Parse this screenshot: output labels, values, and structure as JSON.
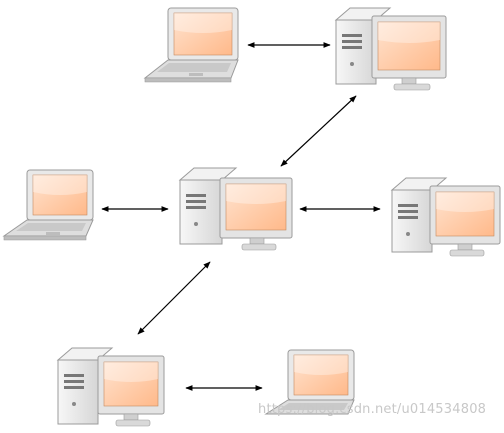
{
  "diagram": {
    "nodes": [
      {
        "id": "laptop-top",
        "kind": "laptop"
      },
      {
        "id": "desktop-top-right",
        "kind": "desktop"
      },
      {
        "id": "laptop-left",
        "kind": "laptop"
      },
      {
        "id": "desktop-center",
        "kind": "desktop"
      },
      {
        "id": "desktop-right",
        "kind": "desktop"
      },
      {
        "id": "desktop-bottom-left",
        "kind": "desktop"
      },
      {
        "id": "laptop-bottom-right",
        "kind": "laptop"
      }
    ],
    "links": [
      {
        "from": "laptop-top",
        "to": "desktop-top-right",
        "direction": "both"
      },
      {
        "from": "desktop-top-right",
        "to": "desktop-center",
        "direction": "both"
      },
      {
        "from": "laptop-left",
        "to": "desktop-center",
        "direction": "both"
      },
      {
        "from": "desktop-center",
        "to": "desktop-right",
        "direction": "both"
      },
      {
        "from": "desktop-center",
        "to": "desktop-bottom-left",
        "direction": "both"
      },
      {
        "from": "desktop-bottom-left",
        "to": "laptop-bottom-right",
        "direction": "both"
      }
    ]
  },
  "colors": {
    "screen_fill": "#ffc9a3",
    "screen_highlight": "#ffe6d4",
    "case_fill": "#eeeeee",
    "case_edge": "#9b9b9b",
    "arrow": "#000000"
  },
  "watermark": "https://blog.csdn.net/u014534808"
}
